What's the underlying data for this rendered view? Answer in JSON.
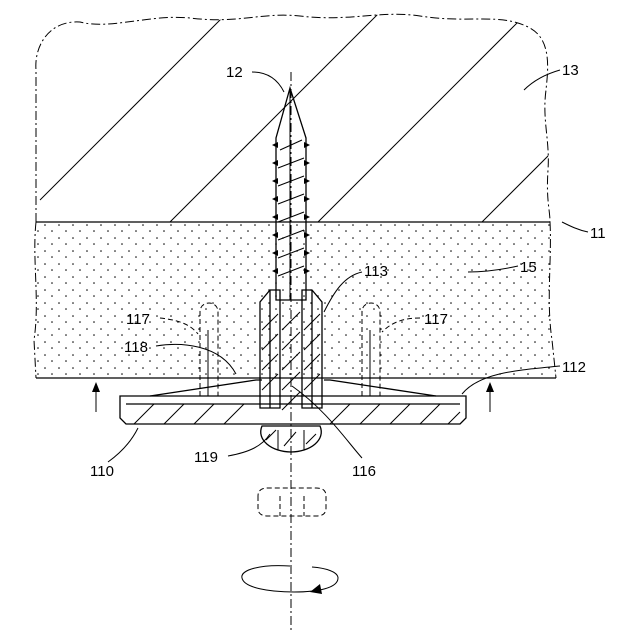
{
  "labels": {
    "l12": "12",
    "l13": "13",
    "l11": "11",
    "l15": "15",
    "l113": "113",
    "l117a": "117",
    "l117b": "117",
    "l118": "118",
    "l112": "112",
    "l119": "119",
    "l116": "116",
    "l110": "110"
  }
}
